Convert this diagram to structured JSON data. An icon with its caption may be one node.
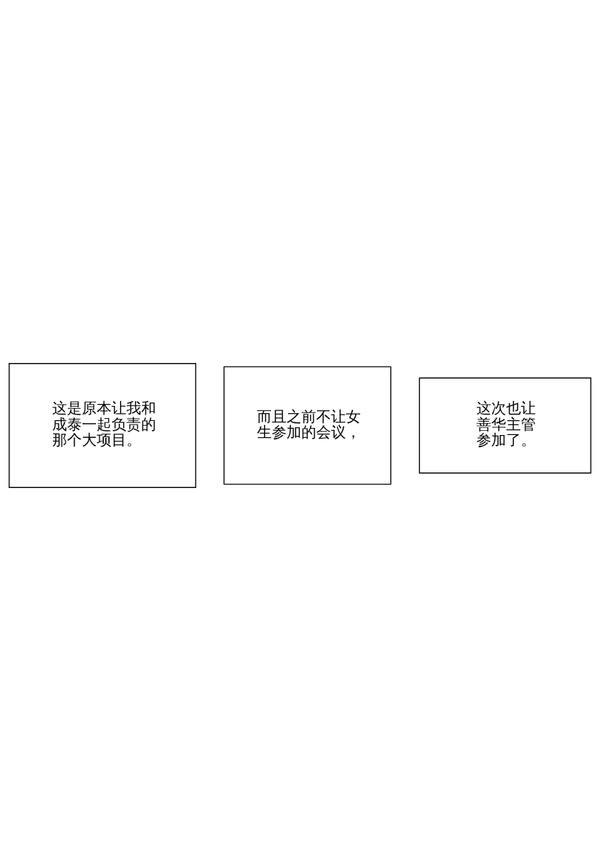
{
  "diagram": {
    "nodes": [
      {
        "text": [
          "这是原本让我和成泰一起负责的那个大项目。"
        ]
      },
      {
        "text": [
          "而且之前不让女生参加的会议，"
        ]
      },
      {
        "text": [
          "这次也让善华主管参加了。"
        ]
      }
    ]
  }
}
